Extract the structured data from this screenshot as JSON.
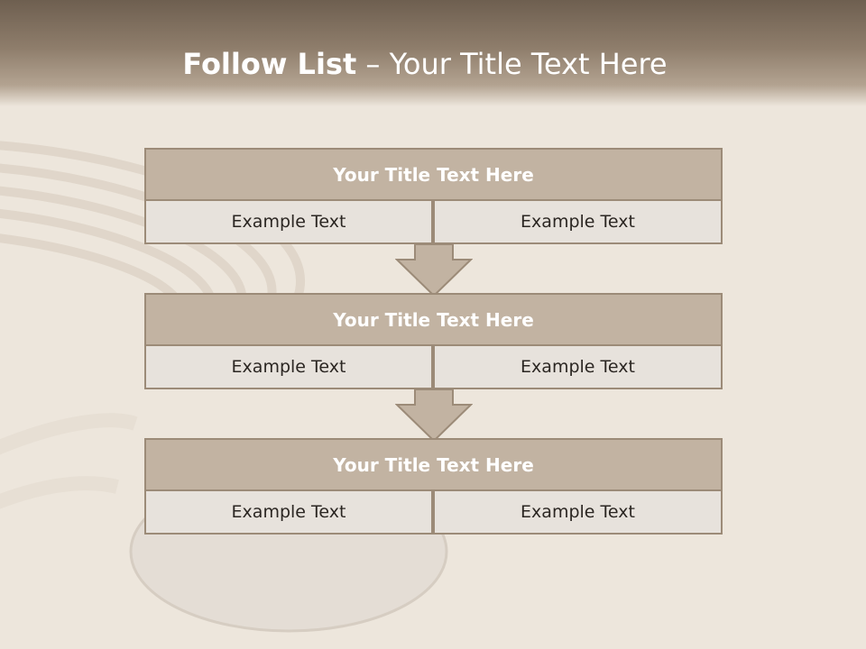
{
  "slide": {
    "title_bold": "Follow List",
    "title_separator": " – ",
    "title_rest": "Your Title Text Here"
  },
  "steps": [
    {
      "title": "Your Title Text Here",
      "left": "Example Text",
      "right": "Example Text"
    },
    {
      "title": "Your Title Text Here",
      "left": "Example Text",
      "right": "Example Text"
    },
    {
      "title": "Your Title Text Here",
      "left": "Example Text",
      "right": "Example Text"
    }
  ],
  "colors": {
    "header": "#7d6d5d",
    "block_title_fill": "#c2b3a2",
    "cell_fill": "#e7e2dc",
    "border": "#9c8b78",
    "background": "#ede6dc"
  }
}
